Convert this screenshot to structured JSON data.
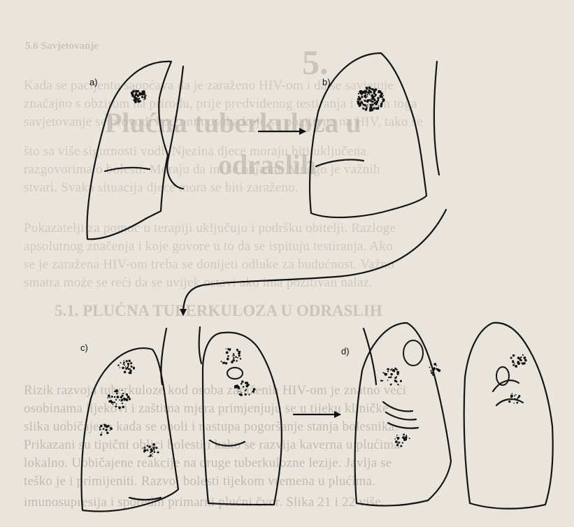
{
  "figure": {
    "panel_labels": [
      "a)",
      "b)",
      "c)",
      "d)"
    ]
  },
  "bleed_through": {
    "section_number": "5.6 Savjetovanje",
    "chapter_number": "5.",
    "chapter_title_line1": "Plućna tuberkuloza u",
    "chapter_title_line2": "odraslih",
    "section_heading": "5.1. PLUĆNA TUBERKULOZA U ODRASLIH",
    "lines_upper": [
      "Kada se pacijentu saopćava da je zaraženo HIV-om i da se savjetuje",
      "značajno s obzirom na prirodu, prije predviđenog testiranja i nakon toga",
      "savjetovanje se provodi kod onih osoba koje su pozitivne na HIV, tako se",
      "što sa više sigurnosti vodi. Njezina djece moraju biti uključena",
      "razgovorima o bolesti. Moraju da im se objasni. Mnogo je važnih",
      "stvari. Svaka situacija djece mora se biti zaraženo."
    ],
    "lines_middle": [
      "Pokazatelji za pomoć u terapiji uključuju i podršku obitelji. Razloge",
      "apsolutnog značenja i koje govore u to da se ispituju testiranja. Ako",
      "se je zaražena HIV-om treba se donijeti odluke za budućnost. Važno",
      "smatra može se reći da se uvijek ostavi ako ima pozitivan nalaz."
    ],
    "lines_lower": [
      "Rizik razvoja tuberkuloze kod osoba zaraženih HIV-om je znatno veći",
      "osobinama lijekovi i zaštitna mjera primjenjuju se u tijeku kliničke",
      "slika uobičajeno kada se oboli i nastupa pogoršanje stanja bolesnika.",
      "Prikazani su tipični oblici bolesti i kako se razvija kaverna u plućima",
      "lokalno. Uobičajene reakcije na druge tuberkulozne lezije. Javlja se",
      "teško je i primijeniti. Razvoj bolesti tijekom vremena u plućima.",
      "imunosupresija i sporedni primarni plućni čvor. Slika 21 i 22 više."
    ]
  }
}
